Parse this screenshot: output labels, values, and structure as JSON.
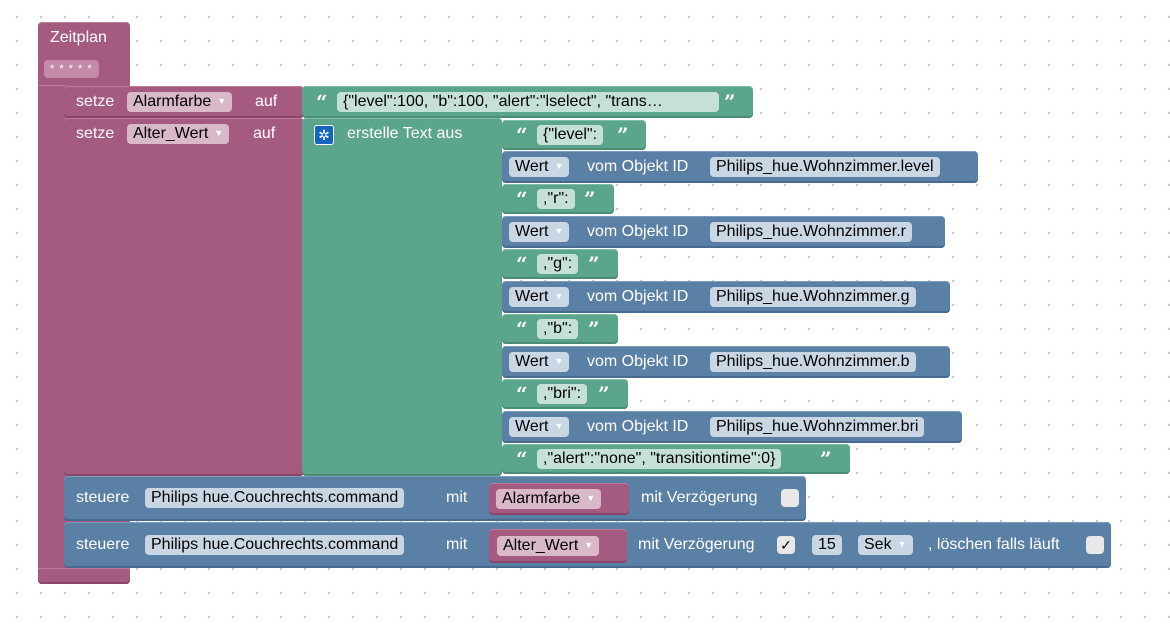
{
  "event_block": {
    "label": "Zeitplan",
    "schedule": "* * * * *"
  },
  "set1": {
    "set_label": "setze",
    "variable": "Alarmfarbe",
    "to_label": "auf",
    "text_value": "{\"level\":100, \"b\":100, \"alert\":\"lselect\", \"trans…"
  },
  "set2": {
    "set_label": "setze",
    "variable": "Alter_Wert",
    "to_label": "auf",
    "join_label": "erstelle Text aus",
    "parts": [
      {
        "kind": "text",
        "value": "{\"level\":"
      },
      {
        "kind": "get",
        "mode": "Wert",
        "of_label": "vom Objekt ID",
        "object_id": "Philips_hue.Wohnzimmer.level"
      },
      {
        "kind": "text",
        "value": ",\"r\":"
      },
      {
        "kind": "get",
        "mode": "Wert",
        "of_label": "vom Objekt ID",
        "object_id": "Philips_hue.Wohnzimmer.r"
      },
      {
        "kind": "text",
        "value": ",\"g\":"
      },
      {
        "kind": "get",
        "mode": "Wert",
        "of_label": "vom Objekt ID",
        "object_id": "Philips_hue.Wohnzimmer.g"
      },
      {
        "kind": "text",
        "value": ",\"b\":"
      },
      {
        "kind": "get",
        "mode": "Wert",
        "of_label": "vom Objekt ID",
        "object_id": "Philips_hue.Wohnzimmer.b"
      },
      {
        "kind": "text",
        "value": ",\"bri\":"
      },
      {
        "kind": "get",
        "mode": "Wert",
        "of_label": "vom Objekt ID",
        "object_id": "Philips_hue.Wohnzimmer.bri"
      },
      {
        "kind": "text",
        "value": ",\"alert\":\"none\", \"transitiontime\":0}"
      }
    ]
  },
  "control1": {
    "label": "steuere",
    "object_id": "Philips hue.Couchrechts.command",
    "with_label": "mit",
    "variable": "Alarmfarbe",
    "delay_label": "mit Verzögerung",
    "delay_checked": false
  },
  "control2": {
    "label": "steuere",
    "object_id": "Philips hue.Couchrechts.command",
    "with_label": "mit",
    "variable": "Alter_Wert",
    "delay_label": "mit Verzögerung",
    "delay_checked": true,
    "delay_mark": "✓",
    "delay_value": "15",
    "unit": "Sek",
    "clear_label": ", löschen falls läuft",
    "clear_checked": false
  },
  "quote_open": "“",
  "quote_close": "”",
  "dropdown_glyph": "▼",
  "gear_glyph": "✲",
  "colors": {
    "event": "#a55b80",
    "text": "#5ba58c",
    "object": "#5b80a5"
  }
}
